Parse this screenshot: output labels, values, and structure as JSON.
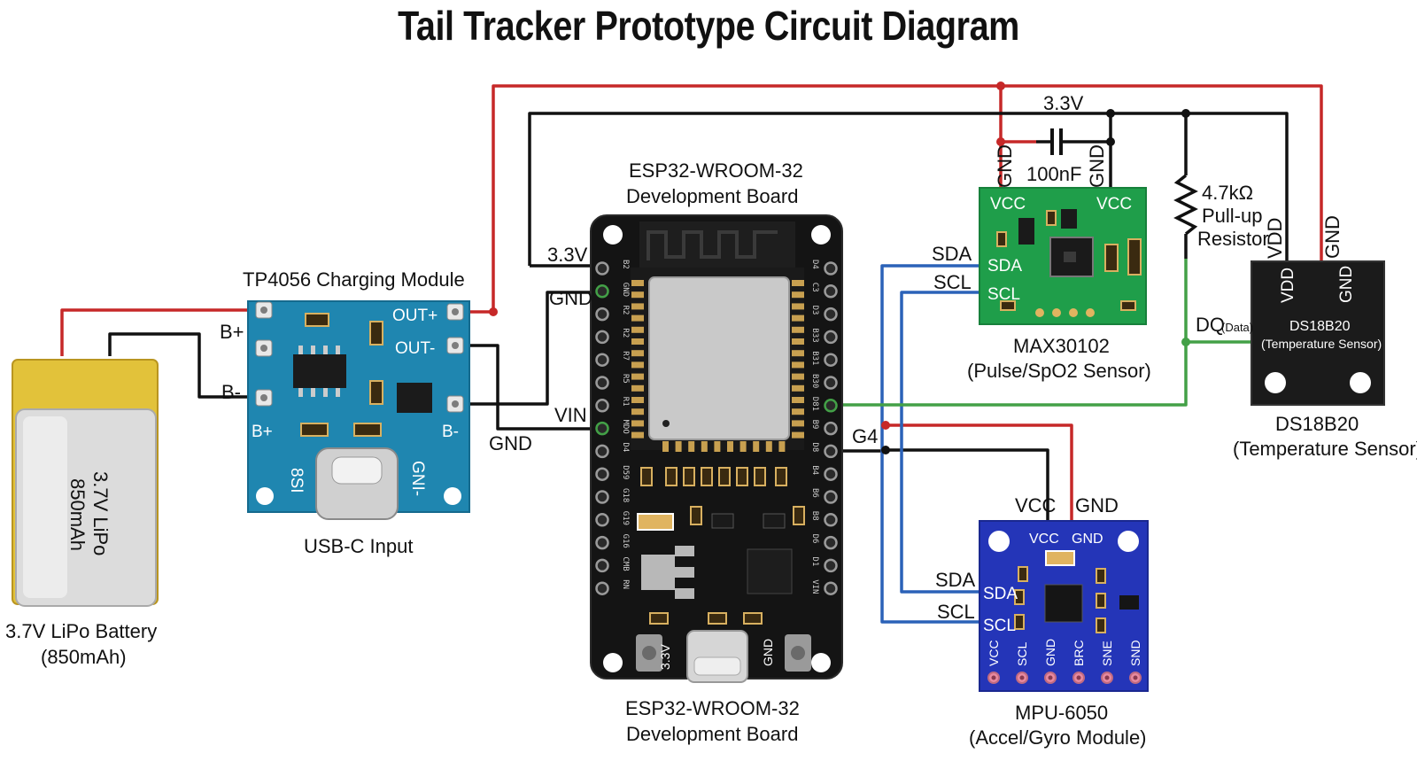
{
  "title": "Tail Tracker Prototype Circuit Diagram",
  "battery": {
    "body_text_line1": "3.7V LiPo",
    "body_text_line2": "850mAh",
    "caption_line1": "3.7V LiPo Battery",
    "caption_line2": "(850mAh)"
  },
  "tp4056": {
    "title": "TP4056 Charging Module",
    "pin_b_plus_top": "B+",
    "pin_b_minus_top": "B-",
    "pin_b_plus_bottom": "B+",
    "pin_out_plus": "OUT+",
    "pin_out_minus": "OUT-",
    "pin_b_minus_right": "B-",
    "silk_left": "8SI",
    "silk_right": "GNI-",
    "usb_caption": "USB-C Input"
  },
  "esp32": {
    "caption_top_line1": "ESP32-WROOM-32",
    "caption_top_line2": "Development Board",
    "caption_bottom_line1": "ESP32-WROOM-32",
    "caption_bottom_line2": "Development Board",
    "left_pins": [
      "B2",
      "GND",
      "R2",
      "R2",
      "R7",
      "R5",
      "R1",
      "MDO",
      "D4",
      "D59",
      "G18",
      "G19",
      "G16",
      "CMB",
      "RN"
    ],
    "right_pins": [
      "D4",
      "C3",
      "D3",
      "B33",
      "B31",
      "B30",
      "D81",
      "B9",
      "D8",
      "B4",
      "B6",
      "B8",
      "D6",
      "D1",
      "VIN"
    ],
    "silk_33": "3.3V",
    "silk_gnd": "GND",
    "label_33": "3.3V",
    "label_gnd": "GND",
    "label_vin": "VIN",
    "label_gnd_wire": "GND",
    "label_g4": "G4"
  },
  "rail_33": "3.3V",
  "capacitor": {
    "value": "100nF",
    "gnd_left": "GND",
    "gnd_right": "GND"
  },
  "resistor": {
    "line1": "4.7kΩ",
    "line2": "Pull-up",
    "line3": "Resistor"
  },
  "max30102": {
    "pin_vcc_left": "VCC",
    "pin_vcc_right": "VCC",
    "pin_sda": "SDA",
    "pin_scl": "SCL",
    "wire_sda": "SDA",
    "wire_scl": "SCL",
    "caption_line1": "MAX30102",
    "caption_line2": "(Pulse/SpO2 Sensor)"
  },
  "ds18b20": {
    "pin_vdd": "VDD",
    "pin_gnd": "GND",
    "wire_vdd": "VDD",
    "wire_gnd": "GND",
    "body_line1": "DS18B20",
    "body_line2": "(Temperature Sensor)",
    "dq_label": "DQ",
    "dq_note": "(Data)",
    "caption_line1": "DS18B20",
    "caption_line2": "(Temperature Sensor)"
  },
  "mpu6050": {
    "wire_vcc": "VCC",
    "wire_gnd": "GND",
    "pin_vcc": "VCC",
    "pin_gnd": "GND",
    "pin_sda": "SDA",
    "pin_scl": "SCL",
    "wire_sda": "SDA",
    "wire_scl": "SCL",
    "bottom_pins": [
      "VCC",
      "SCL",
      "GND",
      "BRC",
      "SNE",
      "SND"
    ],
    "caption_line1": "MPU-6050",
    "caption_line2": "(Accel/Gyro Module)"
  },
  "colors": {
    "wire_red": "#c62828",
    "wire_black": "#111111",
    "wire_blue": "#2b62b8",
    "wire_green": "#43a047",
    "tp4056_pcb": "#1f86b0",
    "esp32_pcb": "#141414",
    "max30102_pcb": "#1f9e4a",
    "mpu6050_pcb": "#2435b8",
    "ds18b20_pcb": "#1b1b1b",
    "battery_wrap": "#e2c23a"
  }
}
